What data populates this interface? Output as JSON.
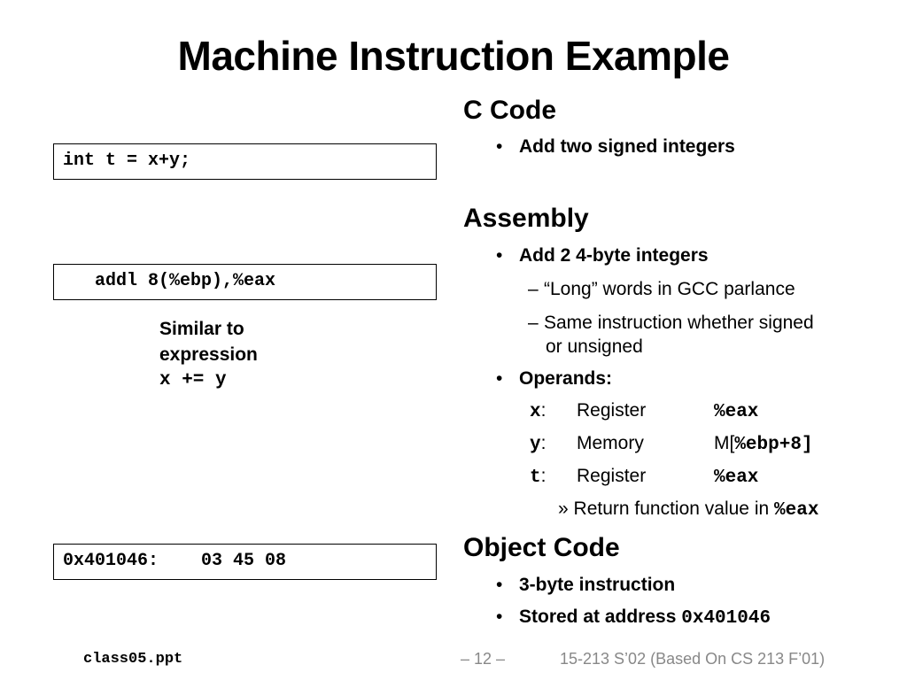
{
  "title": "Machine Instruction Example",
  "left": {
    "c_line": "int t = x+y;",
    "asm_line": "   addl 8(%ebp),%eax",
    "note_line1": "Similar to",
    "note_line2": "expression",
    "note_line3": "x += y",
    "obj_line": "0x401046:    03 45 08"
  },
  "c_code": {
    "heading": "C Code",
    "bullet1": "Add two signed integers"
  },
  "assembly": {
    "heading": "Assembly",
    "bullet1": "Add 2 4-byte integers",
    "sub1": "“Long” words in GCC parlance",
    "sub2_line1": "Same instruction whether signed",
    "sub2_line2": "or unsigned",
    "bullet2": "Operands:",
    "operands": [
      {
        "name": "x",
        "colon": ":",
        "kind": "Register",
        "prefix": "",
        "loc": "%eax",
        "suffix": ""
      },
      {
        "name": "y",
        "colon": ":",
        "kind": "Memory",
        "prefix": "M[",
        "loc": "%ebp+8",
        "suffix": "]"
      },
      {
        "name": "t",
        "colon": ":",
        "kind": "Register",
        "prefix": "",
        "loc": "%eax",
        "suffix": ""
      }
    ],
    "return_marker": "»",
    "return_text": "Return function value in",
    "return_reg": "%eax"
  },
  "object_code": {
    "heading": "Object Code",
    "bullet1": "3-byte instruction",
    "bullet2_text": "Stored at address",
    "bullet2_addr": "0x401046"
  },
  "footer": {
    "file": "class05.ppt",
    "page": "– 12 –",
    "course": "15-213 S’02 (Based On CS 213 F’01)"
  }
}
